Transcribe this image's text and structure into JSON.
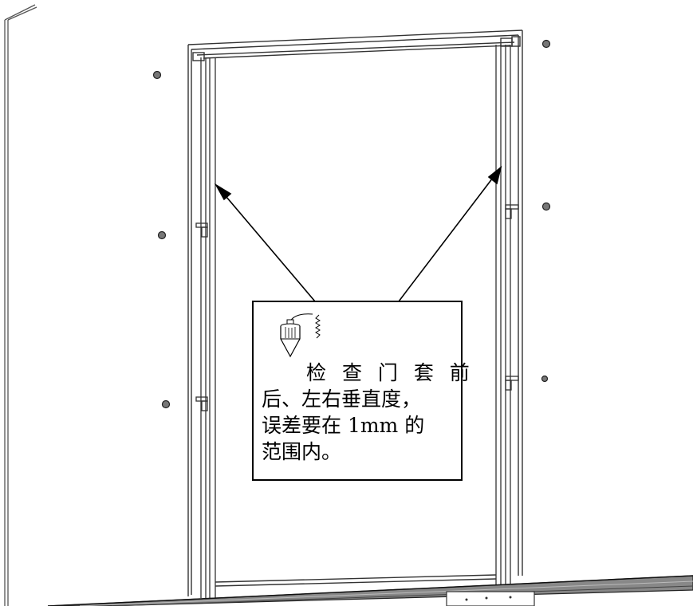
{
  "callout": {
    "lines": [
      "检 查 门 套 前",
      "后、左右垂直度，",
      "误差要在 1mm 的",
      "范围内。"
    ]
  },
  "icons": {
    "callout_icon": "plumb-bob-icon"
  }
}
